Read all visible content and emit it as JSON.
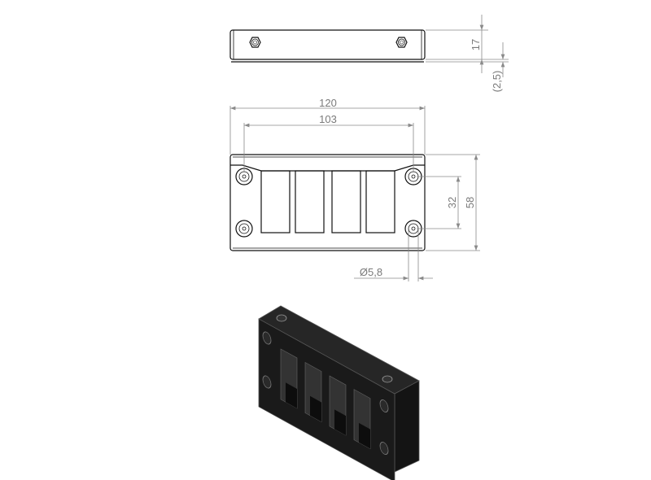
{
  "drawing": {
    "top_view": {
      "dimensions": {
        "height": "17",
        "offset": "(2,5)"
      }
    },
    "front_view": {
      "dimensions": {
        "overall_width": "120",
        "hole_spacing_x": "103",
        "hole_spacing_y": "32",
        "overall_height": "58",
        "hole_diameter": "Ø5,8"
      }
    },
    "isometric_view": {
      "color": "#1a1a1a"
    }
  }
}
